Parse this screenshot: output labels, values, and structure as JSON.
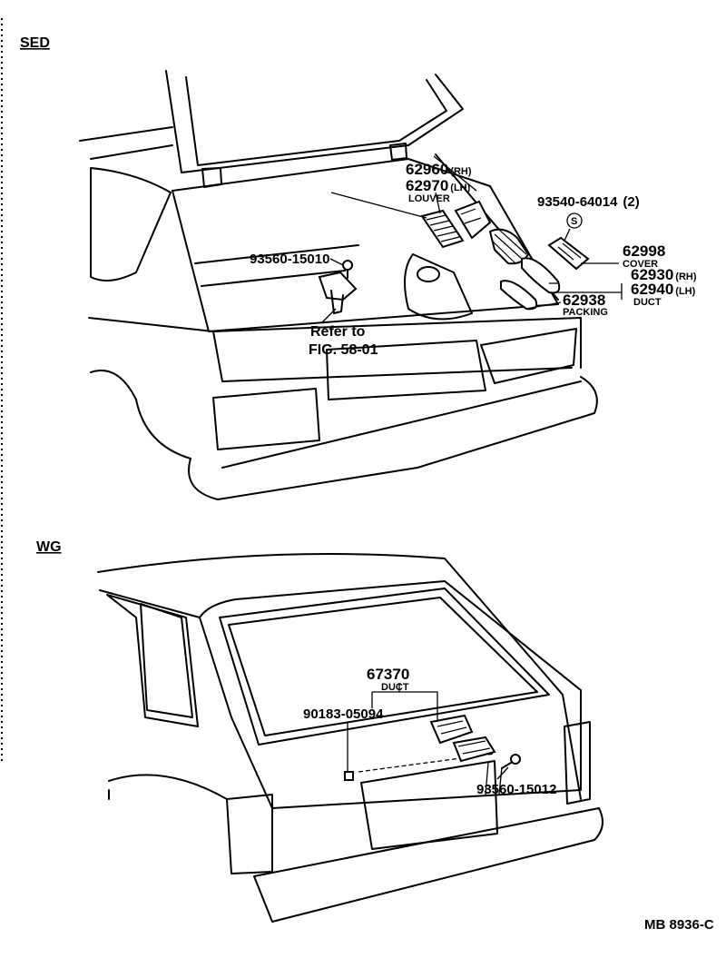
{
  "sections": {
    "sedan": "SED",
    "wagon": "WG"
  },
  "parts": {
    "louver_rh": "62960",
    "louver_rh_side": "(RH)",
    "louver_lh": "62970",
    "louver_lh_side": "(LH)",
    "louver_name": "LOUVER",
    "screw_top": "93540-64014",
    "screw_top_qty": "(2)",
    "screw_symbol": "S",
    "cover_no": "62998",
    "cover_name": "COVER",
    "duct_rh": "62930",
    "duct_rh_side": "(RH)",
    "duct_lh": "62940",
    "duct_lh_side": "(LH)",
    "duct_name": "DUCT",
    "packing_no": "62938",
    "packing_name": "PACKING",
    "clip_sed": "93560-15010",
    "refer_line1": "Refer to",
    "refer_line2": "FIG. 58-01",
    "wg_duct_no": "67370",
    "wg_duct_name": "DUCT",
    "wg_clip": "90183-05094",
    "wg_screw": "93560-15012"
  },
  "footer": {
    "code": "MB  8936-C"
  }
}
